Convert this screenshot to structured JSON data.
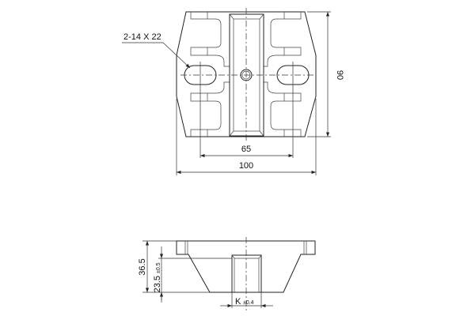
{
  "top_view": {
    "hole_label": "2-14 X 22",
    "dim_slot_spacing": "65",
    "dim_width": "100",
    "dim_height": "90"
  },
  "side_view": {
    "dim_total_height": "36.5",
    "dim_slot_depth": "23.5",
    "dim_slot_depth_tol": "±0.5",
    "dim_slot_width": "K",
    "dim_slot_width_tol": "±0.4"
  }
}
